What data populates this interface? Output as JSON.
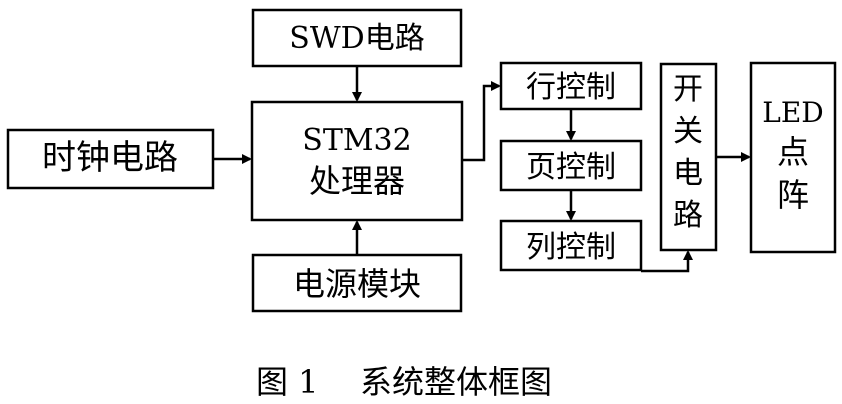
{
  "blocks": {
    "swd": "SWD电路",
    "clock": "时钟电路",
    "stm32_line1": "STM32",
    "stm32_line2": "处理器",
    "power": "电源模块",
    "row_control": "行控制",
    "page_control": "页控制",
    "col_control": "列控制",
    "switch_circuit": [
      "开",
      "关",
      "电",
      "路"
    ],
    "led_matrix": [
      "LED",
      "点",
      "阵"
    ]
  },
  "caption": {
    "label": "图 1",
    "title": "系统整体框图"
  }
}
